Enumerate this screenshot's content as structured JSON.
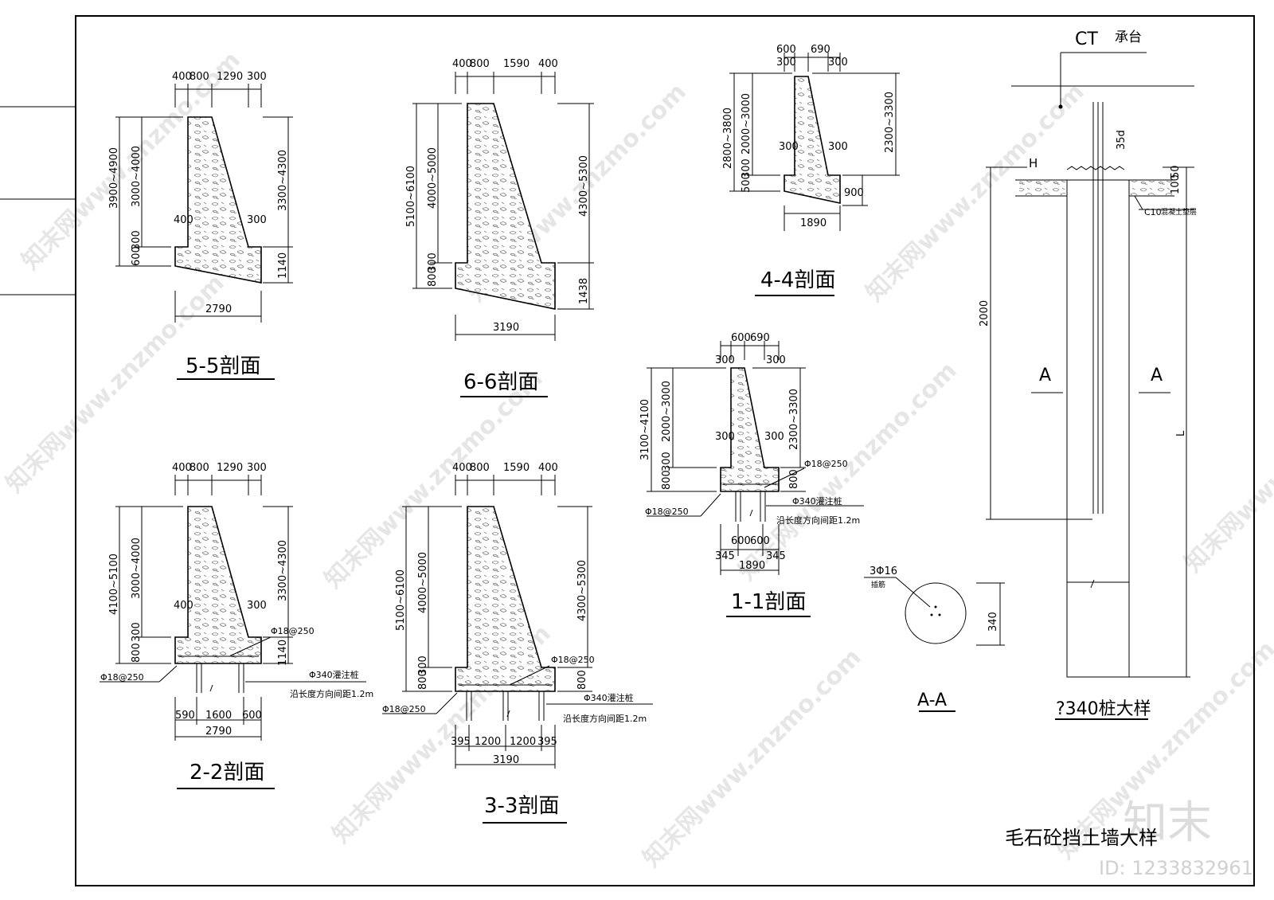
{
  "sheet_title": "毛石砼挡土墙大样",
  "watermark": {
    "text": "知末网www.znzmo.com",
    "logo": "知末",
    "id": "ID: 1233832961"
  },
  "sections": {
    "s55": {
      "title": "5-5剖面",
      "top_dims": [
        "400",
        "800",
        "1290",
        "300"
      ],
      "left_dims": [
        "3900~4900",
        "3000~4000",
        "300",
        "600"
      ],
      "right_dims": [
        "3300~4300",
        "1140"
      ],
      "inner": [
        "400",
        "300"
      ],
      "bottom_dim": "2790"
    },
    "s66": {
      "title": "6-6剖面",
      "top_dims": [
        "400",
        "800",
        "1590",
        "400"
      ],
      "left_dims": [
        "5100~6100",
        "4000~5000",
        "300",
        "800"
      ],
      "right_dims": [
        "4300~5300",
        "1438"
      ],
      "bottom_dim": "3190"
    },
    "s44": {
      "title": "4-4剖面",
      "top_dims": [
        "600",
        "690",
        "300",
        "300"
      ],
      "left_dims": [
        "2800~3800",
        "2000~3000",
        "300",
        "500"
      ],
      "right_dims": [
        "2300~3300",
        "900"
      ],
      "inner": [
        "300",
        "300"
      ],
      "bottom_dim": "1890"
    },
    "s11": {
      "title": "1-1剖面",
      "top_dims": [
        "600",
        "690",
        "300",
        "300"
      ],
      "left_dims": [
        "3100~4100",
        "2000~3000",
        "300",
        "800"
      ],
      "right_dims": [
        "2300~3300",
        "800"
      ],
      "inner": [
        "300",
        "300"
      ],
      "rebar_top": "Φ18@250",
      "rebar_bottom": "Φ18@250",
      "pile": "Φ340灌注桩",
      "pile_spacing": "沿长度方向间距1.2m",
      "bottom_dims": [
        "345",
        "600",
        "600",
        "345"
      ],
      "bottom_total": "1890"
    },
    "s22": {
      "title": "2-2剖面",
      "top_dims": [
        "400",
        "800",
        "1290",
        "300"
      ],
      "left_dims": [
        "4100~5100",
        "3000~4000",
        "300",
        "800"
      ],
      "right_dims": [
        "3300~4300",
        "1140"
      ],
      "inner": [
        "400",
        "300"
      ],
      "rebar_top": "Φ18@250",
      "rebar_bottom": "Φ18@250",
      "pile": "Φ340灌注桩",
      "pile_spacing": "沿长度方向间距1.2m",
      "bottom_dims": [
        "590",
        "1600",
        "600"
      ],
      "bottom_total": "2790"
    },
    "s33": {
      "title": "3-3剖面",
      "top_dims": [
        "400",
        "800",
        "1590",
        "400"
      ],
      "left_dims": [
        "5100~6100",
        "4000~5000",
        "300",
        "800"
      ],
      "right_dims": [
        "4300~5300",
        "800"
      ],
      "rebar_top": "Φ18@250",
      "rebar_bottom": "Φ18@250",
      "pile": "Φ340灌注桩",
      "pile_spacing": "沿长度方向间距1.2m",
      "bottom_dims": [
        "395",
        "1200",
        "1200",
        "395"
      ],
      "bottom_total": "3190"
    },
    "aa": {
      "title": "A-A",
      "bars": "3Φ16",
      "bars_note": "插筋",
      "dim": "340"
    },
    "pile": {
      "title": "?340桩大样",
      "ct": "CT",
      "cap": "承台",
      "anchor": "35d",
      "h": "H",
      "d50": "50",
      "d100": "100",
      "c10": "C10",
      "c10_note": "混凝土垫层",
      "d2000": "2000",
      "cut": "A",
      "l": "L"
    }
  }
}
